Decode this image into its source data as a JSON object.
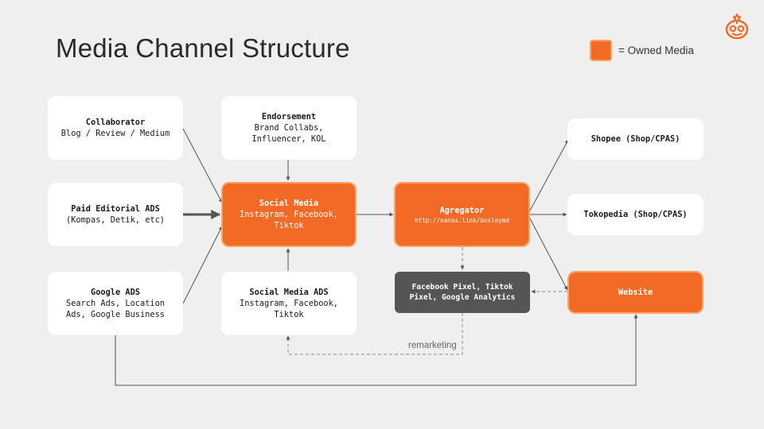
{
  "title": "Media Channel Structure",
  "legend": {
    "label": "= Owned Media",
    "color": "#f26a25"
  },
  "colors": {
    "owned": "#f26a25",
    "owned_border": "#f9a55f",
    "tracking": "#555555",
    "background": "#efefef"
  },
  "nodes": {
    "collaborator": {
      "title": "Collaborator",
      "sub": "Blog / Review / Medium"
    },
    "paid_editorial": {
      "title": "Paid Editorial ADS",
      "sub": "(Kompas, Detik, etc)"
    },
    "google_ads": {
      "title": "Google ADS",
      "sub": "Search Ads, Location Ads, Google Business"
    },
    "endorsement": {
      "title": "Endorsement",
      "sub": "Brand Collabs, Influencer, KOL"
    },
    "social_media": {
      "title": "Social Media",
      "sub": "Instagram, Facebook, Tiktok"
    },
    "social_media_ads": {
      "title": "Social Media ADS",
      "sub": "Instagram, Facebook, Tiktok"
    },
    "agregator": {
      "title": "Agregator",
      "sub": "http://nanas.link/bosleymd"
    },
    "tracking": {
      "title": "Facebook Pixel, Tiktok Pixel, Google Analytics"
    },
    "shopee": {
      "title": "Shopee (Shop/CPAS)"
    },
    "tokopedia": {
      "title": "Tokopedia (Shop/CPAS)"
    },
    "website": {
      "title": "Website"
    }
  },
  "edge_labels": {
    "remarketing": "remarketing"
  },
  "icons": {
    "logo": "pineapple-logo-icon"
  }
}
